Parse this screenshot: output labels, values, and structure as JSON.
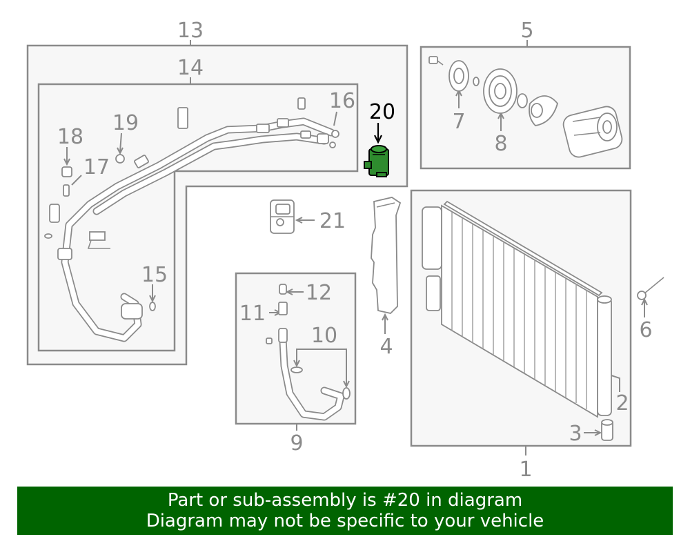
{
  "diagram": {
    "callouts": {
      "c1": "1",
      "c2": "2",
      "c3": "3",
      "c4": "4",
      "c5": "5",
      "c6": "6",
      "c7": "7",
      "c8": "8",
      "c9": "9",
      "c10": "10",
      "c11": "11",
      "c12": "12",
      "c13": "13",
      "c14": "14",
      "c15": "15",
      "c16": "16",
      "c17": "17",
      "c18": "18",
      "c19": "19",
      "c20": "20",
      "c21": "21"
    },
    "highlighted_part": "20",
    "colors": {
      "highlight_part": "#2e8b2e",
      "line_gray": "#8a8a8a",
      "banner_bg": "#006400",
      "banner_text": "#ffffff"
    }
  },
  "banner": {
    "line1": "Part or sub-assembly is #20 in diagram",
    "line2": "Diagram may not be specific to your vehicle"
  }
}
